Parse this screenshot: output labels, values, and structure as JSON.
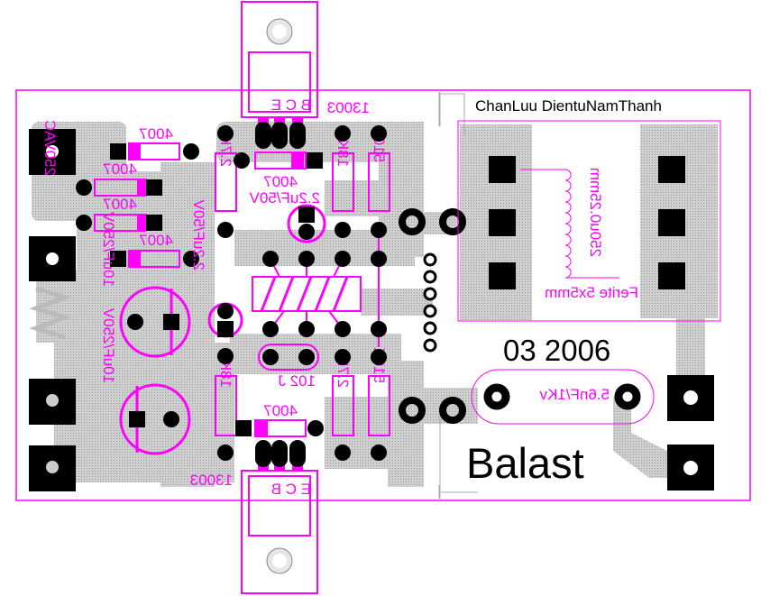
{
  "board": {
    "title_text": "ChanLuu DientuNamThanh",
    "date_text": "03 2006",
    "name_text": "Balast",
    "colors": {
      "silkscreen": "#ff00ff",
      "copper": "#c0c0c0",
      "pad": "#000000",
      "outline": "#ff00ff"
    }
  },
  "components": {
    "transistor_top": {
      "label": "13003",
      "pins": "B C E"
    },
    "transistor_bottom": {
      "label": "13003",
      "pins": "E C B"
    },
    "diodes": [
      "4007",
      "4007",
      "4007",
      "4007",
      "4007",
      "4007"
    ],
    "resistors_top": [
      "2.7K",
      "18K",
      "510K"
    ],
    "resistors_bottom": [
      "18K",
      "2.7K",
      "510K"
    ],
    "cap_top": "2.2uF/50V",
    "cap_small": "2.2uF/50V",
    "cap_elec_1": "10uF/250V",
    "cap_elec_2": "10uF/250V",
    "cap_102": "102 J",
    "input_label": "250VAC",
    "transformer_wire": "250u0.25mm",
    "transformer_core": "Ferite 5x5mm",
    "cap_hv": "5.6nF/1Kv"
  }
}
